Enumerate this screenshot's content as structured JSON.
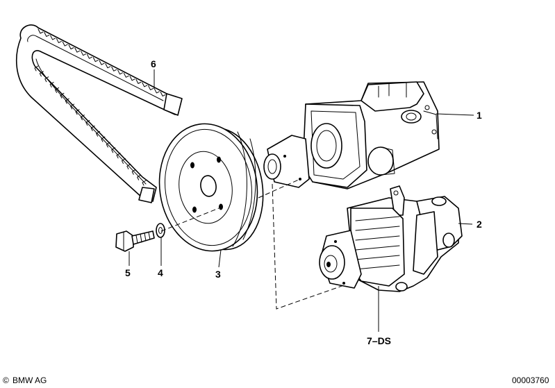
{
  "labels": {
    "p1": "1",
    "p2": "2",
    "p3": "3",
    "p4": "4",
    "p5": "5",
    "p6": "6",
    "p7": "7–DS"
  },
  "footer": {
    "brand_symbol": "©",
    "brand": "BMW AG",
    "doc_number": "00003760"
  }
}
